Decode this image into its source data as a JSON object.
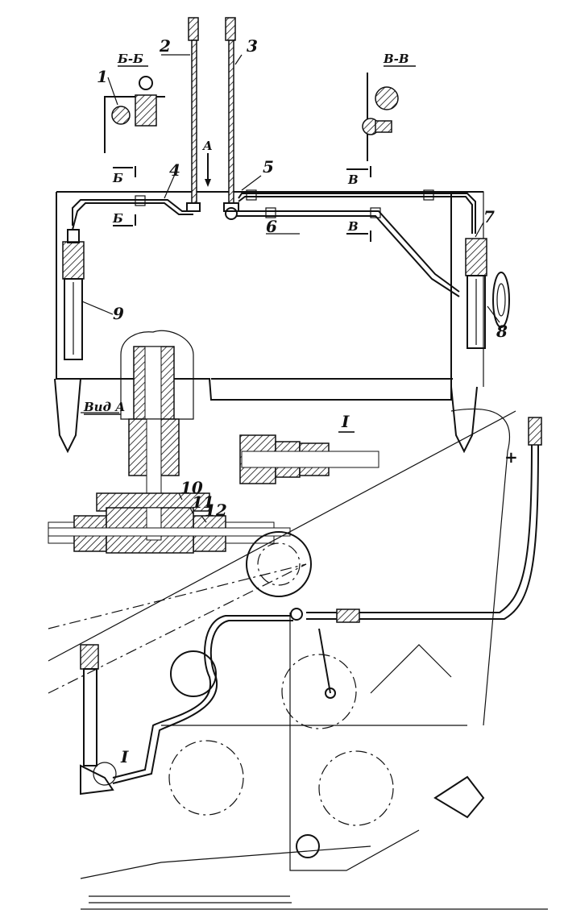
{
  "labels": {
    "n1": "1",
    "n2": "2",
    "n3": "3",
    "n4": "4",
    "n5": "5",
    "n6": "6",
    "n7": "7",
    "n8": "8",
    "n9": "9",
    "n10": "10",
    "n11": "11",
    "n12": "12",
    "sec_bb": "Б-Б",
    "sec_vv": "В-В",
    "view_a": "Вид А",
    "detail_i": "I",
    "detail_i2": "I",
    "arrow_a": "A",
    "b_top": "Б",
    "b_bot": "Б",
    "v_top": "В",
    "v_bot": "В",
    "plus": "+"
  }
}
